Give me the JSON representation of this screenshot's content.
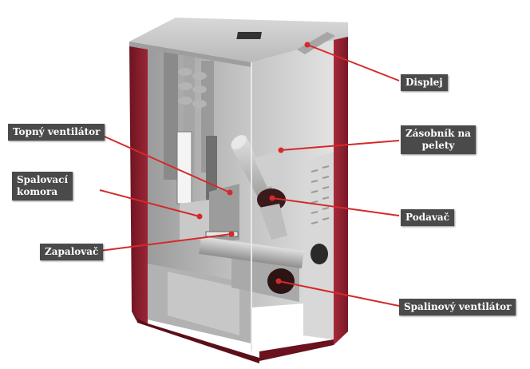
{
  "colors": {
    "casing": "#8f1f2c",
    "interior": "#cfcfcf",
    "pointer": "#d42a2a",
    "label_bg": "#4a4a4a",
    "label_text": "#ffffff"
  },
  "labels": {
    "displej": "Displej",
    "topny_ventilator": "Topný ventilátor",
    "zasobnik_l1": "Zásobník na",
    "zasobnik_l2": "pelety",
    "spalovaci_l1": "Spalovací",
    "spalovaci_l2": "komora",
    "podavac": "Podavač",
    "zapalovac": "Zapalovač",
    "spalinovy_ventilator": "Spalinový ventilátor"
  }
}
